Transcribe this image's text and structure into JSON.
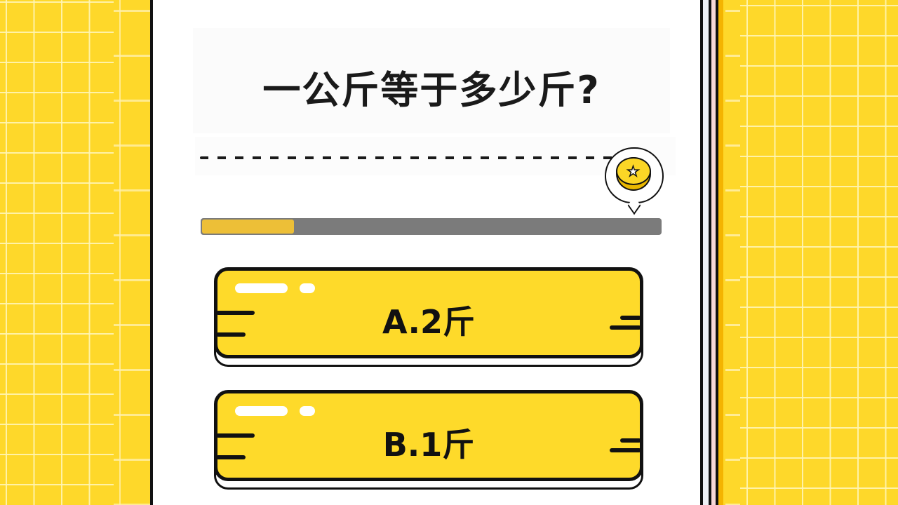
{
  "quiz": {
    "question": "一公斤等于多少斤?",
    "progress_percent": 20,
    "reward_icon": "coin-star-icon",
    "options": [
      {
        "label": "A.2斤"
      },
      {
        "label": "B.1斤"
      }
    ]
  },
  "colors": {
    "background_yellow": "#FED82A",
    "button_yellow": "#FEDA2A",
    "progress_fill": "#EDBF37",
    "progress_track": "#7B7B7B",
    "outline": "#111111"
  }
}
